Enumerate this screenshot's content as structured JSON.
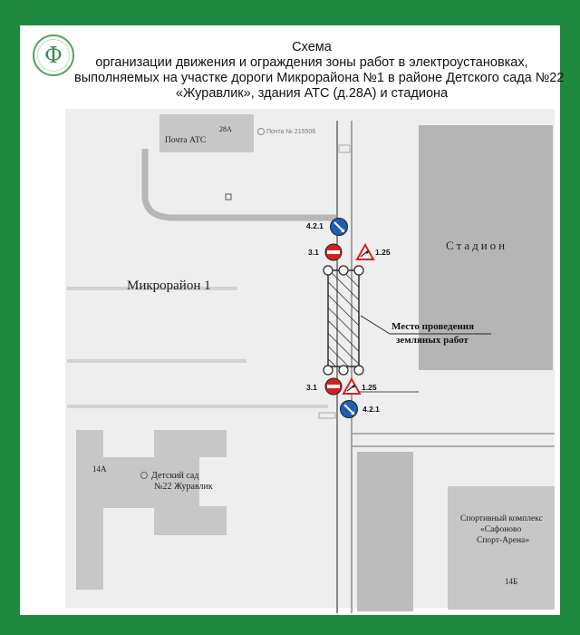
{
  "logo": {
    "icon": "phi-emblem-icon",
    "glyph": "Ф"
  },
  "title": {
    "line1": "Схема",
    "line2": "организации движения и ограждения зоны работ в электроустановках,",
    "line3": "выполняемых на участке дороги Микрорайона №1 в районе Детского сада №22",
    "line4": "«Журавлик», здания АТС (д.28А) и стадиона"
  },
  "map": {
    "pochta_ats": "Почта АТС",
    "bldg_28a": "28А",
    "pochta_index": "Почта № 215506",
    "mikrorayon": "Микрорайон 1",
    "stadion": "Стадион",
    "detsky_sad_line1": "Детский сад",
    "detsky_sad_line2": "№22 Журавлик",
    "bldg_14a": "14А",
    "sport_line1": "Спортивный комплекс",
    "sport_line2": "«Сафоново",
    "sport_line3": "Спорт-Арена»",
    "bldg_14b": "14Б",
    "worksite_line1": "Место проведения",
    "worksite_line2": "земляных работ"
  },
  "signs": {
    "top_4_2_1": "4.2.1",
    "top_3_1": "3.1",
    "top_1_25": "1.25",
    "bottom_3_1": "3.1",
    "bottom_1_25": "1.25",
    "bottom_4_2_1": "4.2.1"
  },
  "colors": {
    "border": "#1f8a3f",
    "building": "#c7c7c7",
    "stadium": "#b5b5b5",
    "road": "#8a8a8a",
    "sign_red": "#d62020",
    "sign_blue": "#1d5fb3"
  }
}
